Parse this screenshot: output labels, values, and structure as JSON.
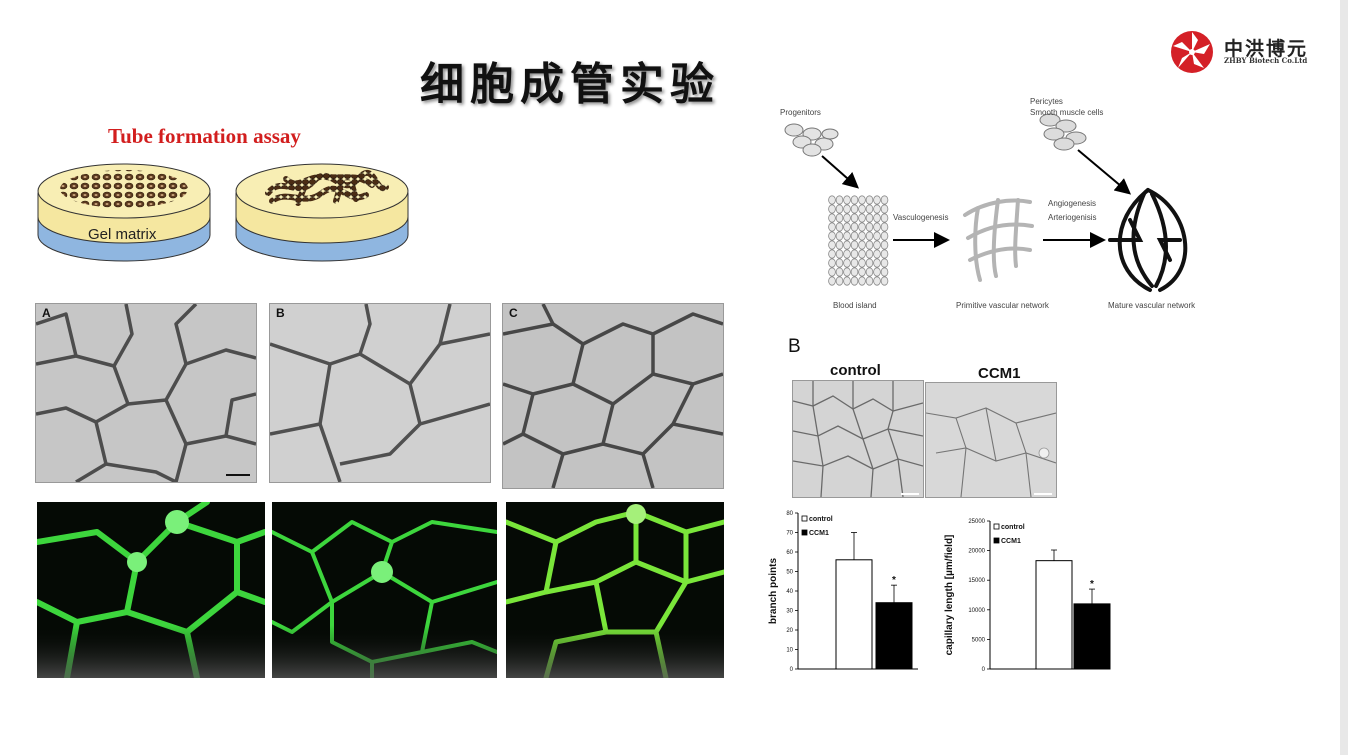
{
  "slide": {
    "title": "细胞成管实验",
    "logo": {
      "name": "中洪博元",
      "subtitle": "ZHBY Biotech Co.Ltd"
    }
  },
  "assay_schematic": {
    "title": "Tube formation assay",
    "dish_label": "Gel matrix"
  },
  "micrograph_panels": [
    "A",
    "B",
    "C"
  ],
  "vasculogenesis_diagram": {
    "progenitors": "Progenitors",
    "pericytes_line1": "Pericytes",
    "pericytes_line2": "Smooth muscle cells",
    "step1": "Vasculogenesis",
    "step2_line1": "Angiogenesis",
    "step2_line2": "Arteriogenisis",
    "stage1": "Blood island",
    "stage2": "Primitive vascular network",
    "stage3": "Mature vascular network"
  },
  "panel_b": {
    "letter": "B",
    "col_control": "control",
    "col_ccm1": "CCM1"
  },
  "colors": {
    "bar_control": "#ffffff",
    "bar_ccm1": "#000000",
    "title_red": "#d21e1e",
    "fluor_green": "#3dd63d"
  },
  "chart_data": [
    {
      "type": "bar",
      "categories": [
        "control",
        "CCM1"
      ],
      "values": [
        56,
        34
      ],
      "errors": [
        14,
        9
      ],
      "significance": [
        "",
        "*"
      ],
      "ylabel": "branch points",
      "xlabel": "",
      "ylim": [
        0,
        80
      ],
      "yticks": [
        0,
        10,
        20,
        30,
        40,
        50,
        60,
        70,
        80
      ],
      "legend": [
        "control",
        "CCM1"
      ],
      "legend_position": "top-left"
    },
    {
      "type": "bar",
      "categories": [
        "control",
        "CCM1"
      ],
      "values": [
        18300,
        11000
      ],
      "errors": [
        1800,
        2500
      ],
      "significance": [
        "",
        "*"
      ],
      "ylabel": "capillary length [µm/field]",
      "xlabel": "",
      "ylim": [
        0,
        25000
      ],
      "yticks": [
        0,
        5000,
        10000,
        15000,
        20000,
        25000
      ],
      "legend": [
        "control",
        "CCM1"
      ],
      "legend_position": "top-left"
    }
  ]
}
